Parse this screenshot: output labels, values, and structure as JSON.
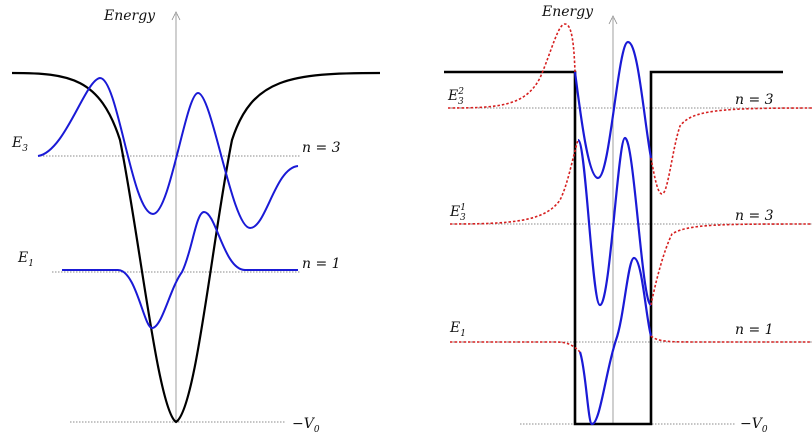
{
  "left_panel": {
    "axis_label": "Energy",
    "levels": [
      {
        "symbol": "E",
        "subscript": "3",
        "superscript": "",
        "quantum_label": "n = 3"
      },
      {
        "symbol": "E",
        "subscript": "1",
        "superscript": "",
        "quantum_label": "n = 1"
      }
    ],
    "bottom_label": {
      "text": "−V",
      "subscript": "0"
    }
  },
  "right_panel": {
    "axis_label": "Energy",
    "levels": [
      {
        "symbol": "E",
        "subscript": "3",
        "superscript": "2",
        "quantum_label": "n = 3"
      },
      {
        "symbol": "E",
        "subscript": "3",
        "superscript": "1",
        "quantum_label": "n = 3"
      },
      {
        "symbol": "E",
        "subscript": "1",
        "superscript": "",
        "quantum_label": "n = 1"
      }
    ],
    "bottom_label": {
      "text": "−V",
      "subscript": "0"
    }
  },
  "colors": {
    "potential": "#000000",
    "wavefunction": "#1a1ad6",
    "wavefunction_tail": "#d62020",
    "level_line": "#666666",
    "axis": "#888888"
  }
}
